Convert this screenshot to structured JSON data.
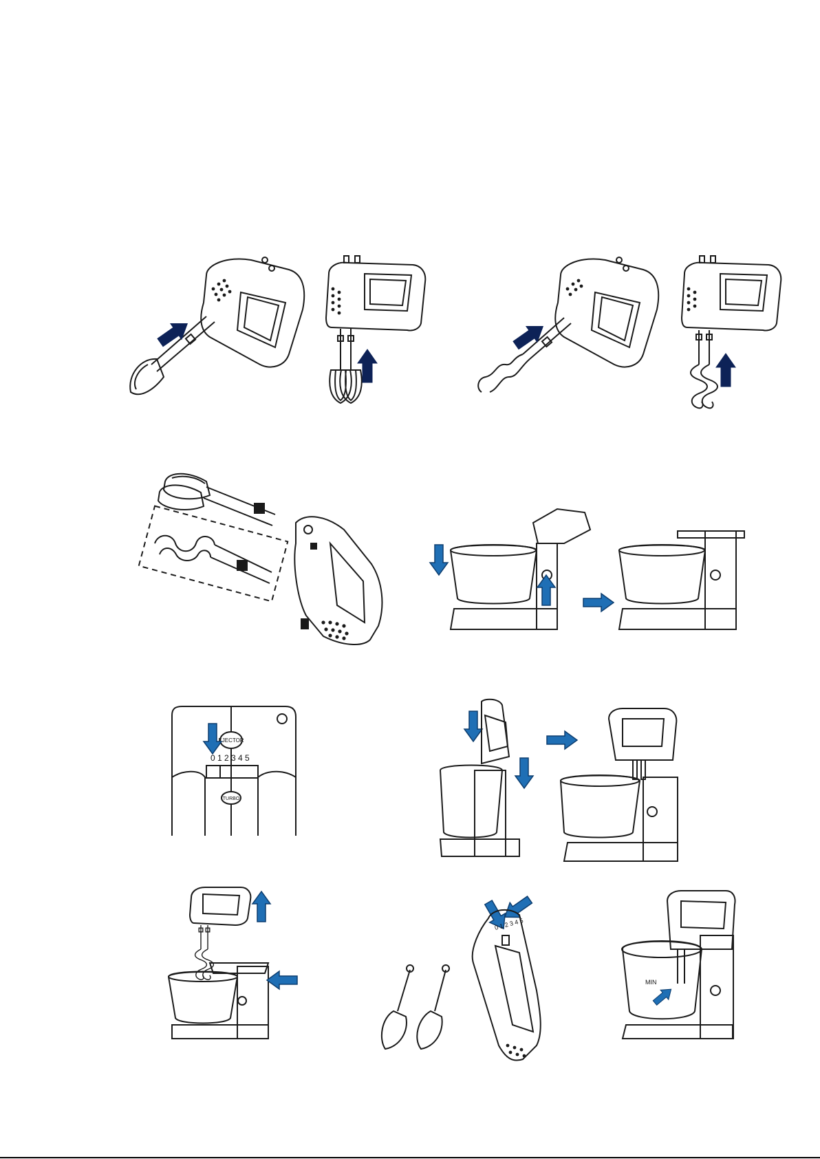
{
  "colors": {
    "line": "#1a1a1a",
    "arrow_navy": "#0d2257",
    "arrow_blue": "#1f6fb5",
    "arrow_blue_edge": "#0d3d6e"
  },
  "labels": {
    "ejector": "EJECTOR",
    "speed_scale": "0 1 2 3 4 5",
    "turbo": "TURBO",
    "min": "MIN"
  },
  "icons": [
    "arrow-up-right-icon",
    "arrow-up-icon",
    "arrow-down-icon",
    "arrow-right-icon",
    "arrow-left-icon"
  ]
}
